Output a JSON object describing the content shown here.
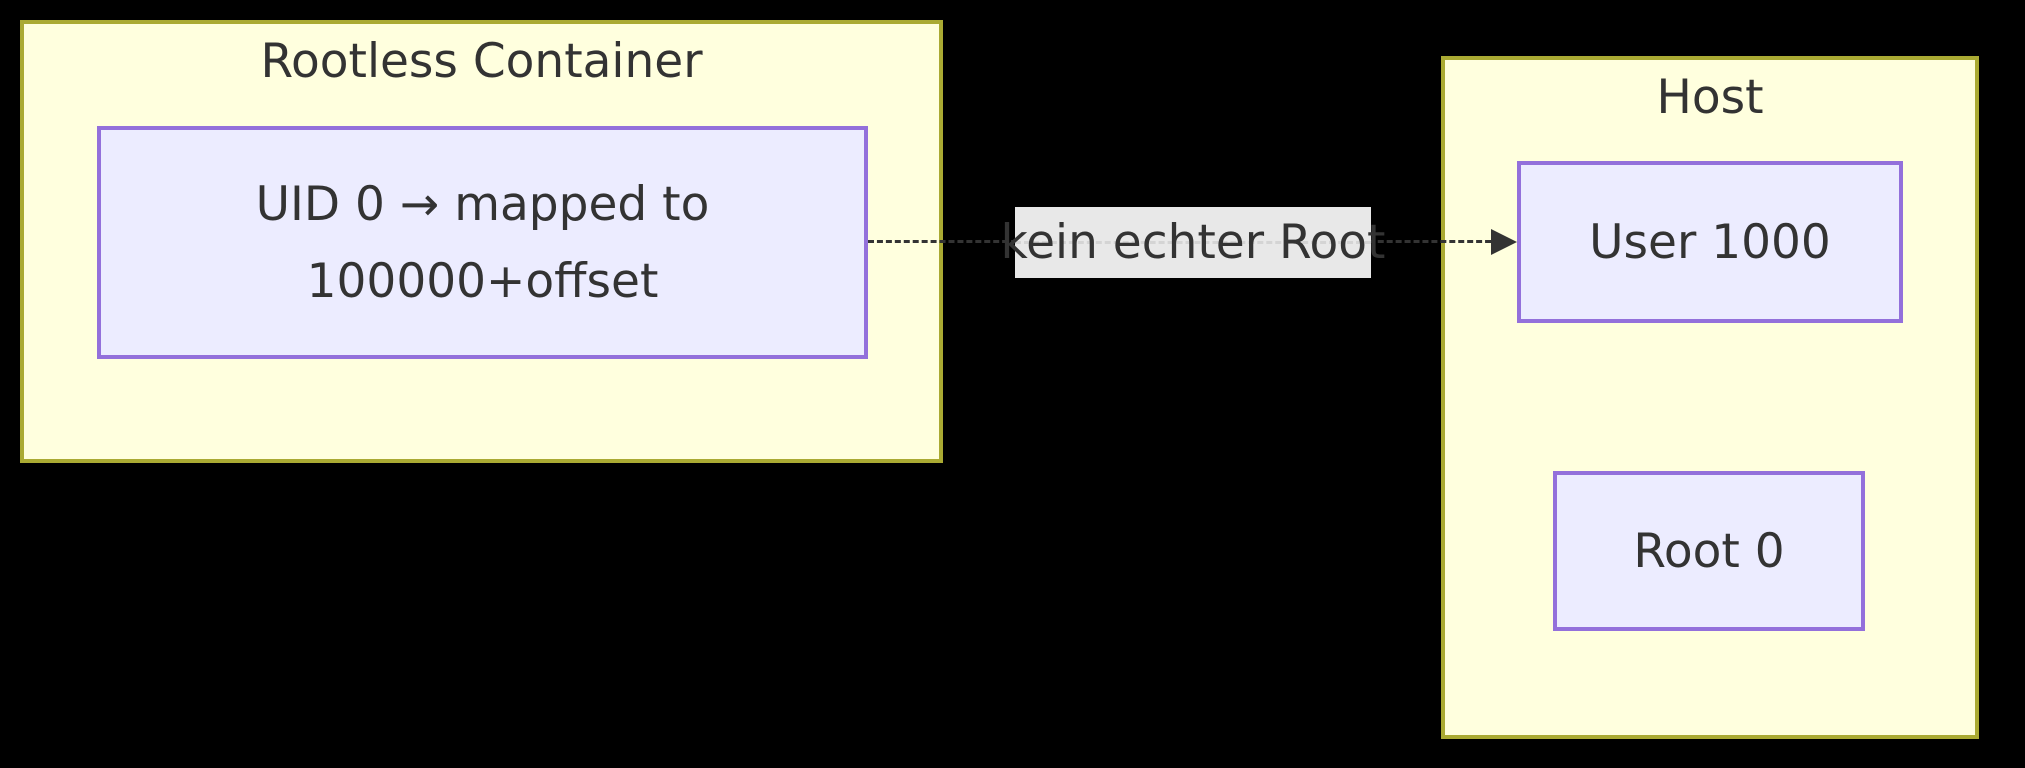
{
  "diagram": {
    "type": "flowchart",
    "rootless": {
      "title": "Rootless Container",
      "uid_node": {
        "line1": "UID 0 → mapped to",
        "line2": "100000+offset"
      }
    },
    "host": {
      "title": "Host",
      "user_node": {
        "label": "User 1000"
      },
      "root_node": {
        "label": "Root 0"
      }
    },
    "edge": {
      "label": "kein echter Root",
      "style": "dashed",
      "direction": "left-to-right"
    }
  },
  "colors": {
    "background": "#000000",
    "container_fill": "#ffffde",
    "container_border": "#aaaa33",
    "node_fill": "#ececff",
    "node_border": "#9370db",
    "text": "#333333",
    "edge": "#333333",
    "edge_label_bg": "#e8e8e8"
  }
}
